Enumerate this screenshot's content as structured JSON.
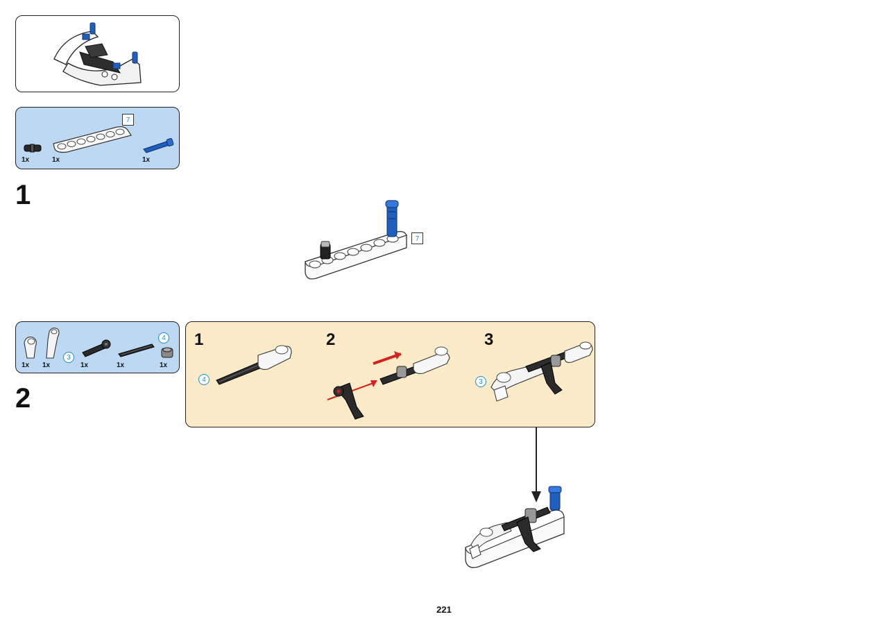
{
  "preview": {},
  "parts_list_1": {
    "items": [
      {
        "name": "black-friction-pin",
        "qty": "1x"
      },
      {
        "name": "white-beam-7",
        "qty": "1x",
        "length_label": "7"
      },
      {
        "name": "blue-axle-pin",
        "qty": "1x"
      }
    ]
  },
  "step1": {
    "number": "1",
    "beam_callout": "7"
  },
  "parts_list_2": {
    "items": [
      {
        "name": "white-angle-connector",
        "qty": "1x"
      },
      {
        "name": "white-angle-connector-3",
        "qty": "1x",
        "ref": "3"
      },
      {
        "name": "black-axle-pin-connector",
        "qty": "1x"
      },
      {
        "name": "black-axle-4",
        "qty": "1x"
      },
      {
        "name": "grey-bush",
        "qty": "1x",
        "ref": "4"
      }
    ]
  },
  "step2": {
    "number": "2",
    "sub_steps": [
      {
        "number": "1",
        "ref": "4"
      },
      {
        "number": "2"
      },
      {
        "number": "3",
        "ref": "3"
      }
    ]
  },
  "page": {
    "number": "221"
  },
  "colors": {
    "parts_bg": "#bcd8f2",
    "substep_bg": "#fcebc8",
    "lego_blue": "#1f5fbf",
    "arrow_red": "#d81e1e",
    "callout_blue": "#1a8fd0"
  }
}
